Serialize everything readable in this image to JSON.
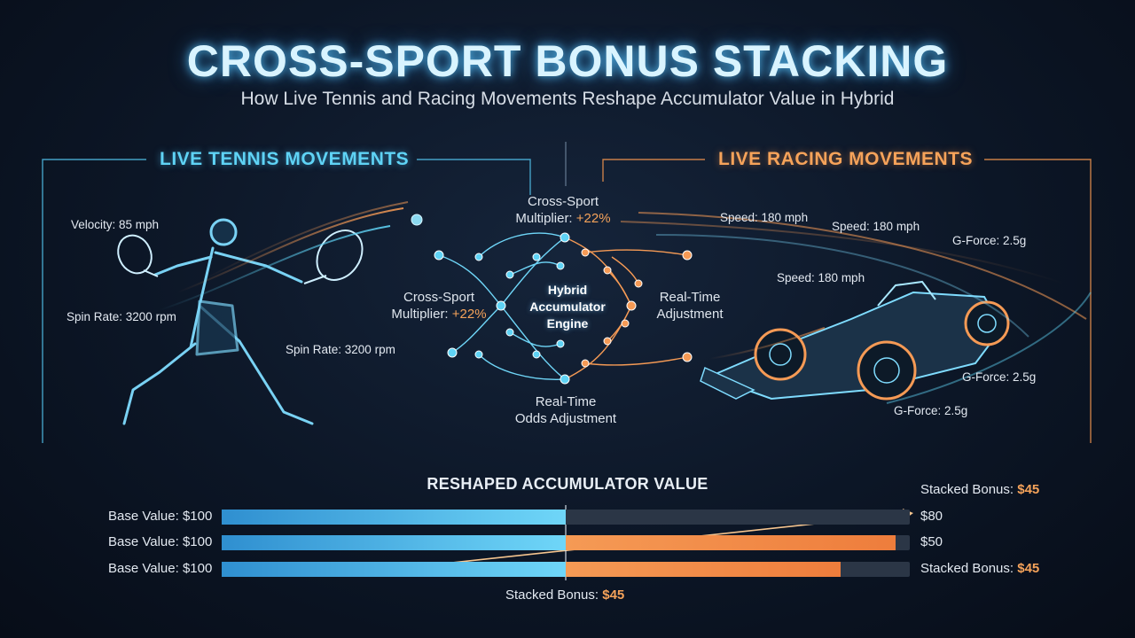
{
  "header": {
    "title": "CROSS-SPORT BONUS STACKING",
    "subtitle": "How Live Tennis and Racing Movements Reshape Accumulator Value in Hybrid"
  },
  "tennis": {
    "title": "LIVE TENNIS MOVEMENTS",
    "velocity": "Velocity: 85 mph",
    "spin_1": "Spin Rate: 3200 rpm",
    "spin_2": "Spin Rate: 3200 rpm"
  },
  "racing": {
    "title": "LIVE RACING MOVEMENTS",
    "speed_1": "Speed: 180 mph",
    "speed_2": "Speed: 180 mph",
    "speed_3": "Speed: 180 mph",
    "gforce_1": "G-Force: 2.5g",
    "gforce_2": "G-Force: 2.5g",
    "gforce_3": "G-Force: 2.5g"
  },
  "engine": {
    "line1": "Hybrid",
    "line2": "Accumulator",
    "line3": "Engine",
    "top_label_line1": "Cross-Sport",
    "top_label_line2": "Multiplier:",
    "top_value": "+22%",
    "left_label_line1": "Cross-Sport",
    "left_label_line2": "Multiplier:",
    "left_value": "+22%",
    "right_label_line1": "Real-Time",
    "right_label_line2": "Adjustment",
    "bottom_label_line1": "Real-Time",
    "bottom_label_line2": "Odds Adjustment"
  },
  "accumulator": {
    "title": "RESHAPED ACCUMULATOR VALUE",
    "top_note_label": "Stacked Bonus:",
    "top_note_value": "$45",
    "bottom_note_label": "Stacked Bonus:",
    "bottom_note_value": "$45",
    "rows": [
      {
        "label": "Base Value: $100",
        "base_fraction": 0.5,
        "bonus_fraction": 0.0,
        "end_label": "$80",
        "end_value": ""
      },
      {
        "label": "Base Value: $100",
        "base_fraction": 0.5,
        "bonus_fraction": 0.48,
        "end_label": "$50",
        "end_value": ""
      },
      {
        "label": "Base Value: $100",
        "base_fraction": 0.5,
        "bonus_fraction": 0.4,
        "end_label": "Stacked Bonus:",
        "end_value": "$45"
      }
    ]
  },
  "colors": {
    "tennis_accent": "#5fd3f5",
    "racing_accent": "#f6a35a",
    "bar_blue": "#5cc8f2",
    "bar_orange": "#f28a45"
  }
}
